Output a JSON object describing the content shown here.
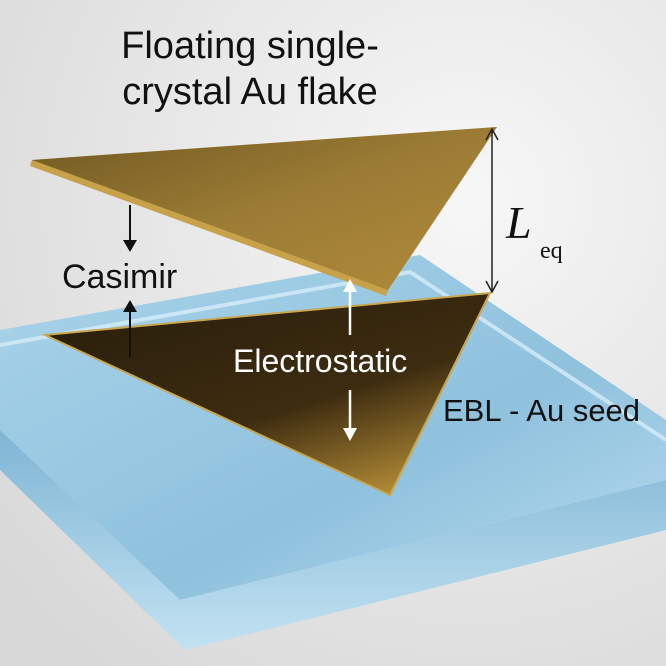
{
  "title_line1": "Floating single-",
  "title_line2": "crystal Au flake",
  "casimir_label": "Casimir",
  "electrostatic_label": "Electrostatic",
  "seed_label": "EBL - Au seed",
  "distance_symbol": "L",
  "distance_subscript": "eq",
  "colors": {
    "gold": "#a8842e",
    "glass": "#9fcbe3",
    "background": "#ececec"
  }
}
